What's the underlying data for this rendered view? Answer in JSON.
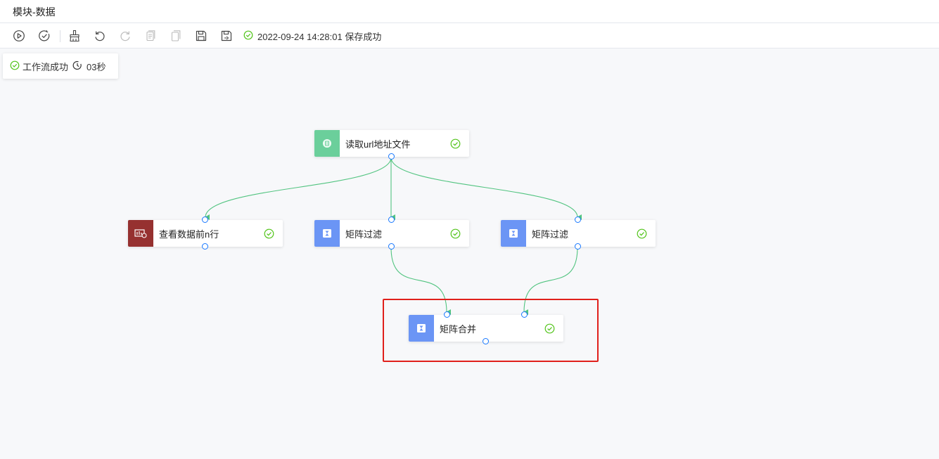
{
  "window": {
    "title": "模块-数据"
  },
  "toolbar": {
    "buttons": [
      "run-icon",
      "run-check-icon",
      "clear-icon",
      "undo-icon",
      "redo-icon",
      "copy-icon",
      "paste-icon",
      "save-icon",
      "save-as-icon"
    ],
    "save_status": "2022-09-24 14:28:01 保存成功",
    "status_color": "#52c41a"
  },
  "run_status": {
    "text": "工作流成功",
    "duration": "03秒"
  },
  "nodes": [
    {
      "id": "read",
      "label": "读取url地址文件",
      "icon": "file-icon",
      "icon_color": "#6bcf9b",
      "status": "success"
    },
    {
      "id": "head",
      "label": "查看数据前n行",
      "icon": "data-view-icon",
      "icon_color": "#963130",
      "status": "success"
    },
    {
      "id": "filter1",
      "label": "矩阵过滤",
      "icon": "hourglass-icon",
      "icon_color": "#6b95f5",
      "status": "success"
    },
    {
      "id": "filter2",
      "label": "矩阵过滤",
      "icon": "hourglass-icon",
      "icon_color": "#6b95f5",
      "status": "success"
    },
    {
      "id": "merge",
      "label": "矩阵合并",
      "icon": "hourglass-icon",
      "icon_color": "#6b95f5",
      "status": "success"
    }
  ],
  "edge_color": "#52c480",
  "highlight_color": "#e0201b"
}
